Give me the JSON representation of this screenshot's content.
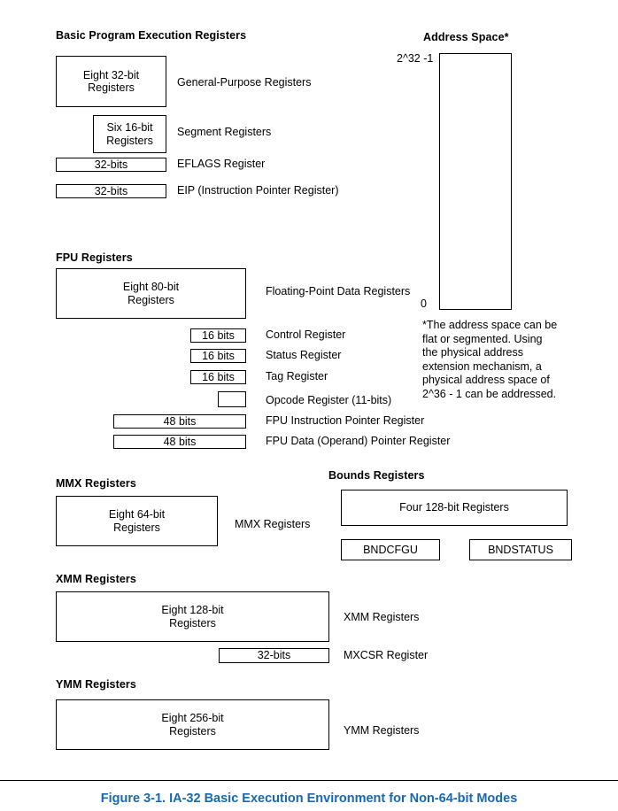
{
  "figure": {
    "caption": "Figure 3-1.  IA-32 Basic Execution Environment for Non-64-bit Modes",
    "caption_color": "#1868b0"
  },
  "groups": {
    "basic": {
      "title": "Basic Program Execution Registers"
    },
    "fpu": {
      "title": "FPU Registers"
    },
    "mmx": {
      "title": "MMX Registers"
    },
    "bounds": {
      "title": "Bounds Registers"
    },
    "xmm": {
      "title": "XMM Registers"
    },
    "ymm": {
      "title": "YMM Registers"
    },
    "address_space": {
      "title": "Address Space*"
    }
  },
  "basic_registers": {
    "gp_box": "Eight 32-bit",
    "gp_box_line2": "Registers",
    "gp_label": "General-Purpose Registers",
    "seg_box": "Six 16-bit",
    "seg_box_line2": "Registers",
    "seg_label": "Segment Registers",
    "eflags_box": "32-bits",
    "eflags_label": "EFLAGS Register",
    "eip_box": "32-bits",
    "eip_label": "EIP (Instruction Pointer Register)"
  },
  "fpu_registers": {
    "data_box": "Eight 80-bit",
    "data_box_line2": "Registers",
    "data_label_line1": "Floating-Point",
    "data_label_line2": "Data Registers",
    "control_box": "16 bits",
    "control_label": "Control Register",
    "status_box": "16 bits",
    "status_label": "Status Register",
    "tag_box": "16 bits",
    "tag_label": "Tag Register",
    "opcode_box": "",
    "opcode_label": "Opcode Register (11-bits)",
    "instr_ptr_box": "48 bits",
    "instr_ptr_label": "FPU Instruction Pointer Register",
    "data_ptr_box": "48 bits",
    "data_ptr_label": "FPU Data (Operand) Pointer Register"
  },
  "mmx_registers": {
    "box": "Eight 64-bit",
    "box_line2": "Registers",
    "label": "MMX Registers"
  },
  "bounds_registers": {
    "main_box": "Four 128-bit Registers",
    "bndcfgu_box": "BNDCFGU",
    "bndstatus_box": "BNDSTATUS"
  },
  "xmm_registers": {
    "box": "Eight 128-bit",
    "box_line2": "Registers",
    "label": "XMM Registers",
    "mxcsr_box": "32-bits",
    "mxcsr_label": "MXCSR Register"
  },
  "ymm_registers": {
    "box": "Eight 256-bit",
    "box_line2": "Registers",
    "label": "YMM Registers"
  },
  "address_space": {
    "top_label": "2^32 -1",
    "bottom_label": "0",
    "footnote_line1": "*The address space can be",
    "footnote_line2": "flat or segmented. Using",
    "footnote_line3": "the physical address",
    "footnote_line4": "extension mechanism, a",
    "footnote_line5": "physical address space of",
    "footnote_line6": "2^36 - 1 can be addressed."
  }
}
